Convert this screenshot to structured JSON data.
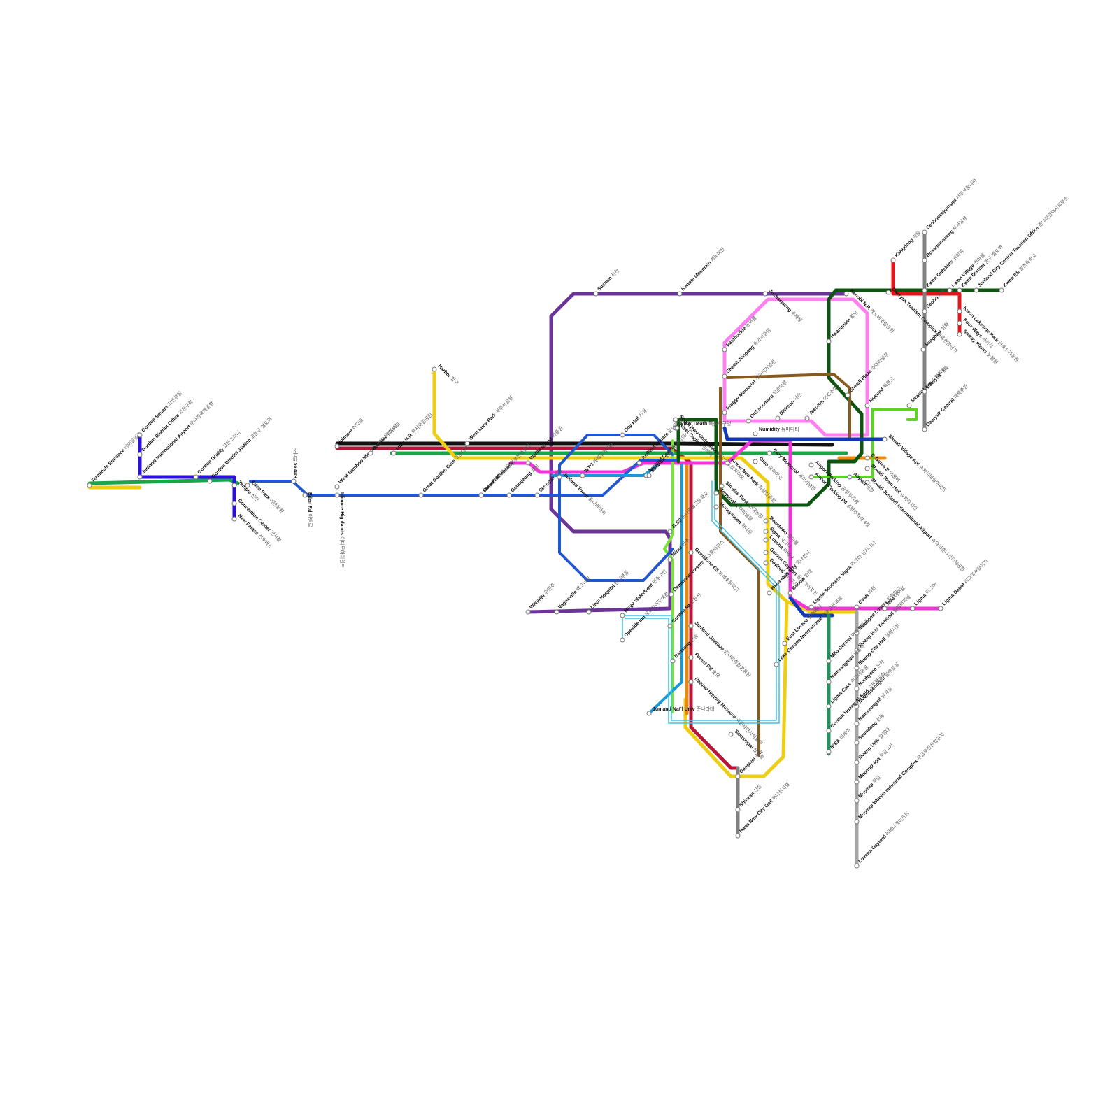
{
  "lines": [
    {
      "name": "purple",
      "color": "#6a3596"
    },
    {
      "name": "magenta",
      "color": "#ef35d7"
    },
    {
      "name": "pink",
      "color": "#ff80f0"
    },
    {
      "name": "dark-green",
      "color": "#0d5511"
    },
    {
      "name": "green",
      "color": "#1aa648"
    },
    {
      "name": "lime",
      "color": "#79e339"
    },
    {
      "name": "light-green",
      "color": "#5fcf2a"
    },
    {
      "name": "blue",
      "color": "#2156cf"
    },
    {
      "name": "navy",
      "color": "#1238b8"
    },
    {
      "name": "violet-blue",
      "color": "#2a10d8"
    },
    {
      "name": "sky-blue",
      "color": "#1798d8"
    },
    {
      "name": "cyan",
      "color": "#3fc2e8"
    },
    {
      "name": "yellow",
      "color": "#eecd15"
    },
    {
      "name": "orange",
      "color": "#e98a10"
    },
    {
      "name": "brown",
      "color": "#875a1f"
    },
    {
      "name": "crimson",
      "color": "#b8153a"
    },
    {
      "name": "black",
      "color": "#111111"
    },
    {
      "name": "red",
      "color": "#e8131a"
    },
    {
      "name": "grey",
      "color": "#808080"
    },
    {
      "name": "light-grey",
      "color": "#a5a5a5"
    },
    {
      "name": "sea-green",
      "color": "#21935a"
    }
  ],
  "stations": [
    {
      "en": "Terminals Entrance",
      "ko": "터미널입구"
    },
    {
      "en": "Gordon Square",
      "ko": "고든광장"
    },
    {
      "en": "Gordon District Office",
      "ko": "고든구청"
    },
    {
      "en": "Junland International Airport",
      "ko": "준나라국제공항"
    },
    {
      "en": "Gordon Griddy",
      "ko": "고든그리디"
    },
    {
      "en": "Gordon District Station",
      "ko": "고든구 철도역"
    },
    {
      "en": "Temple",
      "ko": "신전"
    },
    {
      "en": "Convention Center",
      "ko": "전시장"
    },
    {
      "en": "New Fatass",
      "ko": "신뚜바스"
    },
    {
      "en": "Eden Park",
      "ko": "이덴공원"
    },
    {
      "en": "Fatass",
      "ko": "뚜바스"
    },
    {
      "en": "Eden Rd",
      "ko": "이덴로"
    },
    {
      "en": "Idimore",
      "ko": "이디모"
    },
    {
      "en": "West Bamboo Idimore",
      "ko": "서대나무이디모"
    },
    {
      "en": "Idimore Highlands",
      "ko": "이디모하이랜드"
    },
    {
      "en": "Bamboo",
      "ko": "대나무"
    },
    {
      "en": "Lucy N.P.",
      "ko": "루시국립공원"
    },
    {
      "en": "Great Gordon Gate",
      "ko": "고든대문"
    },
    {
      "en": "Harbor",
      "ko": "항구"
    },
    {
      "en": "West Lucy Park",
      "ko": "서루시공원"
    },
    {
      "en": "Lucy Park",
      "ko": "루시공원"
    },
    {
      "en": "Bujeon Rhapsody",
      "ko": "부전랩소디"
    },
    {
      "en": "Geumjeong",
      "ko": "금정"
    },
    {
      "en": "Waffle Island",
      "ko": "와플섬"
    },
    {
      "en": "Seongsil",
      "ko": "성실"
    },
    {
      "en": "Junland Tower",
      "ko": "준나라타워"
    },
    {
      "en": "WTC",
      "ko": "세계무역센터"
    },
    {
      "en": "City Hall",
      "ko": "시청"
    },
    {
      "en": "Junland Square",
      "ko": "준나라광장"
    },
    {
      "en": "Junland Capitol",
      "ko": "국회의사당"
    },
    {
      "en": "Sokwon",
      "ko": "소권"
    },
    {
      "en": "Suchun",
      "ko": "서천"
    },
    {
      "en": "Kenobi Mountain",
      "ko": "케노비산"
    },
    {
      "en": "South Hwy Underpass",
      "ko": "남고속도로지하도"
    },
    {
      "en": "River Capitol",
      "ko": "강의회"
    },
    {
      "en": "Pit o' Death",
      "ko": "죽음의구멍"
    },
    {
      "en": "Eastbuckle",
      "ko": "동버클"
    },
    {
      "en": "Shwali Jungang",
      "ko": "슈와리중앙"
    },
    {
      "en": "Juchaejaeng",
      "ko": "주채쟁"
    },
    {
      "en": "Froggy Memorial",
      "ko": "개구리기념관"
    },
    {
      "en": "Dicksonmaru",
      "ko": "딕슨마루"
    },
    {
      "en": "Dickson",
      "ko": "딕슨"
    },
    {
      "en": "Numidity",
      "ko": "뉴미디티"
    },
    {
      "en": "Yeet-Sm",
      "ko": "이트스미"
    },
    {
      "en": "Hwangnam",
      "ko": "황남"
    },
    {
      "en": "Kenobi N.P.",
      "ko": "케노비국립공원"
    },
    {
      "en": "Daeryuk Tourism Complex",
      "ko": "대륙관광단지"
    },
    {
      "en": "Sanghwa",
      "ko": "상화"
    },
    {
      "en": "Shwali Plaza",
      "ko": "슈와리광장"
    },
    {
      "en": "Mukund",
      "ko": "묵쿤드"
    },
    {
      "en": "Shwali Lake",
      "ko": "슈와리호"
    },
    {
      "en": "Kangdong",
      "ko": "강동"
    },
    {
      "en": "Seobuseojunland",
      "ko": "서부서준나라"
    },
    {
      "en": "Busanamsaeng",
      "ko": "부사남생"
    },
    {
      "en": "Kwon Outskirts",
      "ko": "권외곽"
    },
    {
      "en": "Kwon Village",
      "ko": "권마을"
    },
    {
      "en": "Kwon District",
      "ko": "권구 철도역"
    },
    {
      "en": "Junland City Central Taxation Office",
      "ko": "준나라광역시세무소"
    },
    {
      "en": "Kwon ES",
      "ko": "권초등학교"
    },
    {
      "en": "Seobu",
      "ko": "서부"
    },
    {
      "en": "Kwon Lakeside Park",
      "ko": "권호숫가공원"
    },
    {
      "en": "Four Ways",
      "ko": "사거리"
    },
    {
      "en": "Snowy Plains",
      "ko": "눈평원"
    },
    {
      "en": "Daeryuk",
      "ko": "대륙"
    },
    {
      "en": "Daeryuk Central",
      "ko": "대륙중앙"
    },
    {
      "en": "Shwali Village Apt",
      "ko": "슈와리마을아파트"
    },
    {
      "en": "G Gates B",
      "ko": "이문비"
    },
    {
      "en": "Shwali Town Hall",
      "ko": "슈와리시청"
    },
    {
      "en": "Shwali Junland International Airport",
      "ko": "슈와리준나라국제공항"
    },
    {
      "en": "Airport",
      "ko": "공항"
    },
    {
      "en": "Airport Parking P4",
      "ko": "공항주차장 4층"
    },
    {
      "en": "Airport Parking",
      "ko": "공항주차장"
    },
    {
      "en": "Gary Memorial",
      "ko": "게리기념관"
    },
    {
      "en": "Ohio",
      "ko": "오하이오"
    },
    {
      "en": "Arrow Neo Park",
      "ko": "화살신공원"
    },
    {
      "en": "Sin-dae Farm",
      "ko": "신대농장"
    },
    {
      "en": "Terminal L",
      "ko": "터미널엘"
    },
    {
      "en": "Honeymoon",
      "ko": "허니문"
    },
    {
      "en": "Beantown",
      "ko": "콩마을"
    },
    {
      "en": "Signa",
      "ko": "시그나"
    },
    {
      "en": "Lovena",
      "ko": "러베나"
    },
    {
      "en": "Golden Gayport",
      "ko": "골든게이포트"
    },
    {
      "en": "Gaylord",
      "ko": "게이로드"
    },
    {
      "en": "Hana New City",
      "ko": "하나신시"
    },
    {
      "en": "Bantae",
      "ko": "반태"
    },
    {
      "en": "Ligma-Southern Signa",
      "ko": "리그마-남시그나"
    },
    {
      "en": "Gyatt",
      "ko": "갸트"
    },
    {
      "en": "Milo",
      "ko": "마이로"
    },
    {
      "en": "Ligma",
      "ko": "리그마"
    },
    {
      "en": "Ligma Depot",
      "ko": "리그마차량기지"
    },
    {
      "en": "Illuenged Losers",
      "ko": "일렝입구"
    },
    {
      "en": "Illueng Bus Terminal",
      "ko": "일렝터미널"
    },
    {
      "en": "Illueng City Hall",
      "ko": "일렝시청"
    },
    {
      "en": "Nonhyeon",
      "ko": "논현"
    },
    {
      "en": "Illuengseongsil",
      "ko": "일렝성실"
    },
    {
      "en": "Namseongsil",
      "ko": "남성실"
    },
    {
      "en": "Seondong",
      "ko": "선동"
    },
    {
      "en": "Illueng Univ",
      "ko": "일렝대"
    },
    {
      "en": "Mugeup 4ga",
      "ko": "무급 4가"
    },
    {
      "en": "Mugeup",
      "ko": "무급"
    },
    {
      "en": "Mugeup Woojin Industrial Complex",
      "ko": "무급우진산업단지"
    },
    {
      "en": "Lovena Gaylord",
      "ko": "러베나게이로드"
    },
    {
      "en": "East Lovena",
      "ko": "동러베나"
    },
    {
      "en": "Milo Central",
      "ko": "마이로중앙"
    },
    {
      "en": "Namsanghwa",
      "ko": "남상화"
    },
    {
      "en": "Ligma Cave",
      "ko": "리그마동굴"
    },
    {
      "en": "Gordon Huang Airfield",
      "ko": "고든황공항"
    },
    {
      "en": "IKEA",
      "ko": "이케아"
    },
    {
      "en": "Lake Gordon International",
      "ko": "호수고든국제"
    },
    {
      "en": "Gangwei",
      "ko": "강웨"
    },
    {
      "en": "Shinzan",
      "ko": "신잔"
    },
    {
      "en": "Hana New City Gall",
      "ko": "하나신시갤"
    },
    {
      "en": "Samshipal",
      "ko": "삼십팔"
    },
    {
      "en": "Natural History Museum",
      "ko": "국립자연사박물관"
    },
    {
      "en": "Forest Rd",
      "ko": "숲로"
    },
    {
      "en": "Junland Stadium",
      "ko": "준나라종합운동장"
    },
    {
      "en": "Demstone Towers",
      "ko": "뎀스톤타워스"
    },
    {
      "en": "Gemstone ES",
      "ko": "보석초등학교"
    },
    {
      "en": "JLSS",
      "ko": "준나라중고등학교"
    },
    {
      "en": "Minju",
      "ko": "민주"
    },
    {
      "en": "Wiminju",
      "ko": "위민주"
    },
    {
      "en": "Vagneville",
      "ko": "배그너빌"
    },
    {
      "en": "Lindi Hospital",
      "ko": "린디병원"
    },
    {
      "en": "Minju Waterfront",
      "ko": "민주수변"
    },
    {
      "en": "Opeside Inn",
      "ko": "오프사이드여관"
    },
    {
      "en": "Gordon Mt",
      "ko": "고든산"
    },
    {
      "en": "Bansong",
      "ko": "반송"
    },
    {
      "en": "Junland Nat'l Univ",
      "ko": "준나라대"
    }
  ]
}
